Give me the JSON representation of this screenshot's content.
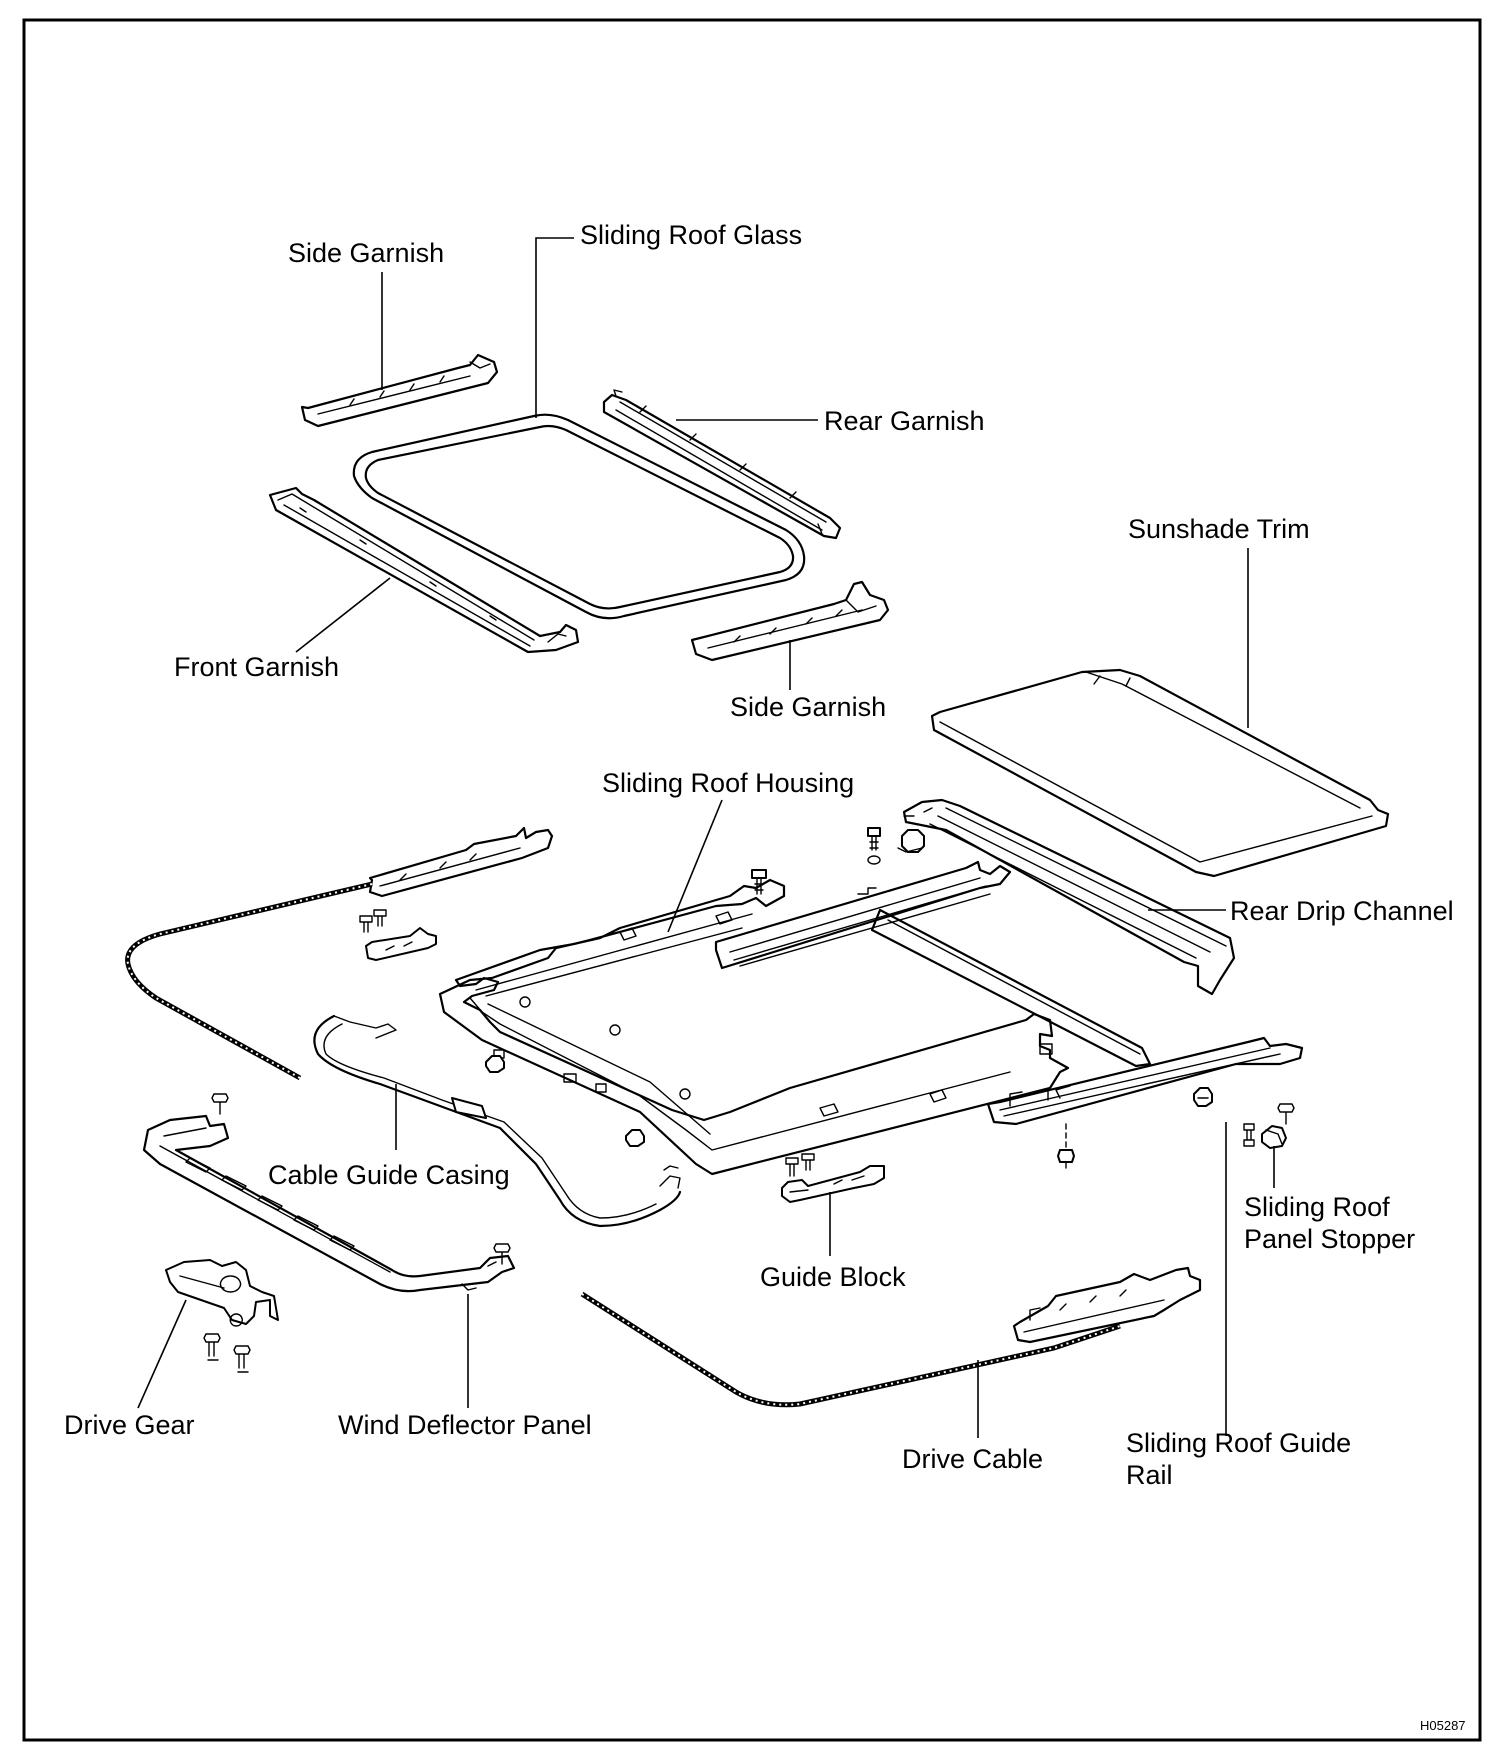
{
  "labels": {
    "side_garnish_left": "Side Garnish",
    "sliding_roof_glass": "Sliding Roof Glass",
    "rear_garnish": "Rear Garnish",
    "sunshade_trim": "Sunshade Trim",
    "front_garnish": "Front Garnish",
    "side_garnish_right": "Side Garnish",
    "sliding_roof_housing": "Sliding Roof Housing",
    "rear_drip_channel": "Rear Drip Channel",
    "cable_guide_casing": "Cable Guide Casing",
    "sliding_roof_panel_stopper_1": "Sliding Roof",
    "sliding_roof_panel_stopper_2": "Panel Stopper",
    "guide_block": "Guide Block",
    "drive_gear": "Drive Gear",
    "wind_deflector_panel": "Wind Deflector Panel",
    "drive_cable": "Drive Cable",
    "sliding_roof_guide_rail_1": "Sliding Roof Guide",
    "sliding_roof_guide_rail_2": "Rail"
  },
  "figure_code": "H05287"
}
